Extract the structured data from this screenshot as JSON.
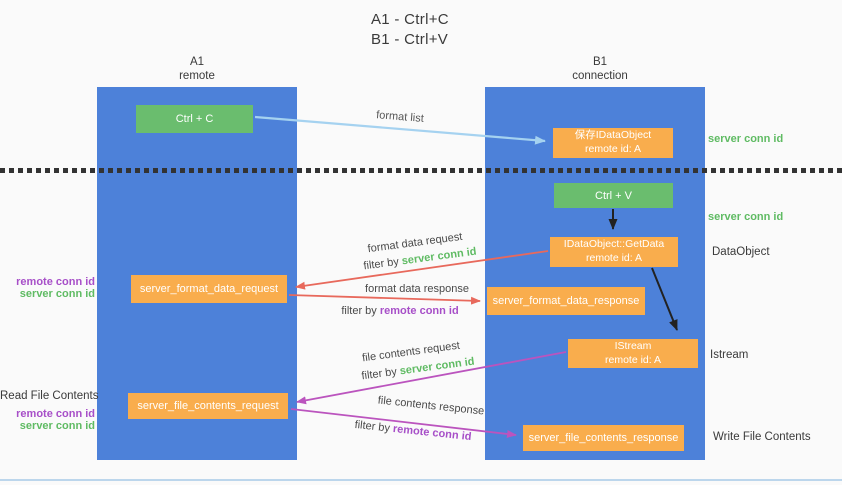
{
  "title": {
    "line1": "A1 - Ctrl+C",
    "line2": "B1 - Ctrl+V"
  },
  "columns": {
    "left": {
      "name": "A1",
      "subtitle": "remote"
    },
    "right": {
      "name": "B1",
      "subtitle": "connection"
    }
  },
  "nodes": {
    "ctrl_c": {
      "label": "Ctrl + C"
    },
    "save_idataobject": {
      "line1": "保存IDataObject",
      "line2": "remote id: A"
    },
    "ctrl_v": {
      "label": "Ctrl + V"
    },
    "getdata": {
      "line1": "IDataObject::GetData",
      "line2": "remote id: A"
    },
    "server_format_data_request": {
      "label": "server_format_data_request"
    },
    "server_format_data_response": {
      "label": "server_format_data_response"
    },
    "istream": {
      "line1": "IStream",
      "line2": "remote id: A"
    },
    "server_file_contents_request": {
      "label": "server_file_contents_request"
    },
    "server_file_contents_response": {
      "label": "server_file_contents_response"
    }
  },
  "arrow_labels": {
    "format_list": "format list",
    "format_data_request": "format data request",
    "format_data_response": "format data response",
    "file_contents_request": "file contents request",
    "file_contents_response": "file contents response"
  },
  "shared": {
    "filter_by": "filter by ",
    "server_conn_id": "server conn id",
    "remote_conn_id": "remote conn id"
  },
  "side_labels": {
    "read_file_contents": "Read File Contents",
    "dataobject": "DataObject",
    "istream": "Istream",
    "write_file_contents": "Write File Contents"
  },
  "colors": {
    "background": "#fafafa",
    "lifeline_blue": "#4d81d9",
    "node_green": "#6abd6e",
    "node_orange": "#f9ad4d",
    "arrow_blue": "#a5d2f0",
    "arrow_red": "#e8695c",
    "arrow_purple": "#bb54be",
    "arrow_black": "#222222",
    "conn_id_green": "#5fbb63",
    "conn_id_purple": "#a74fc8"
  }
}
